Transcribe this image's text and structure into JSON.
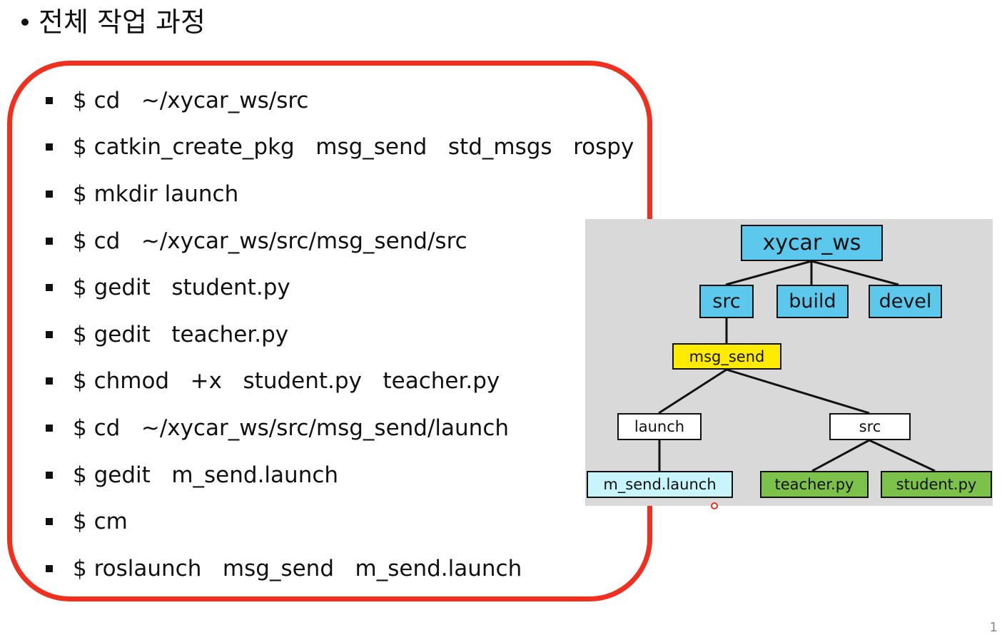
{
  "title": "전체 작업 과정",
  "commands": [
    "$ cd   ~/xycar_ws/src",
    "$ catkin_create_pkg   msg_send   std_msgs   rospy",
    "$ mkdir launch",
    "$ cd   ~/xycar_ws/src/msg_send/src",
    "$ gedit   student.py",
    "$ gedit   teacher.py",
    "$ chmod   +x   student.py   teacher.py",
    "$ cd   ~/xycar_ws/src/msg_send/launch",
    "$ gedit   m_send.launch",
    "$ cm",
    "$ roslaunch   msg_send   m_send.launch"
  ],
  "tree": {
    "root": "xycar_ws",
    "src": "src",
    "build": "build",
    "devel": "devel",
    "msg_send": "msg_send",
    "launch": "launch",
    "src2": "src",
    "m_send_launch": "m_send.launch",
    "teacher": "teacher.py",
    "student": "student.py"
  },
  "colors": {
    "frame": "#f12f1e",
    "blue_node": "#5bc8ec",
    "yellow_node": "#ffeb00",
    "light_blue_node": "#c8f5fc",
    "green_node": "#7cc14a",
    "white_node": "#ffffff",
    "diagram_bg": "#d9d9d9"
  },
  "page_number": "1"
}
